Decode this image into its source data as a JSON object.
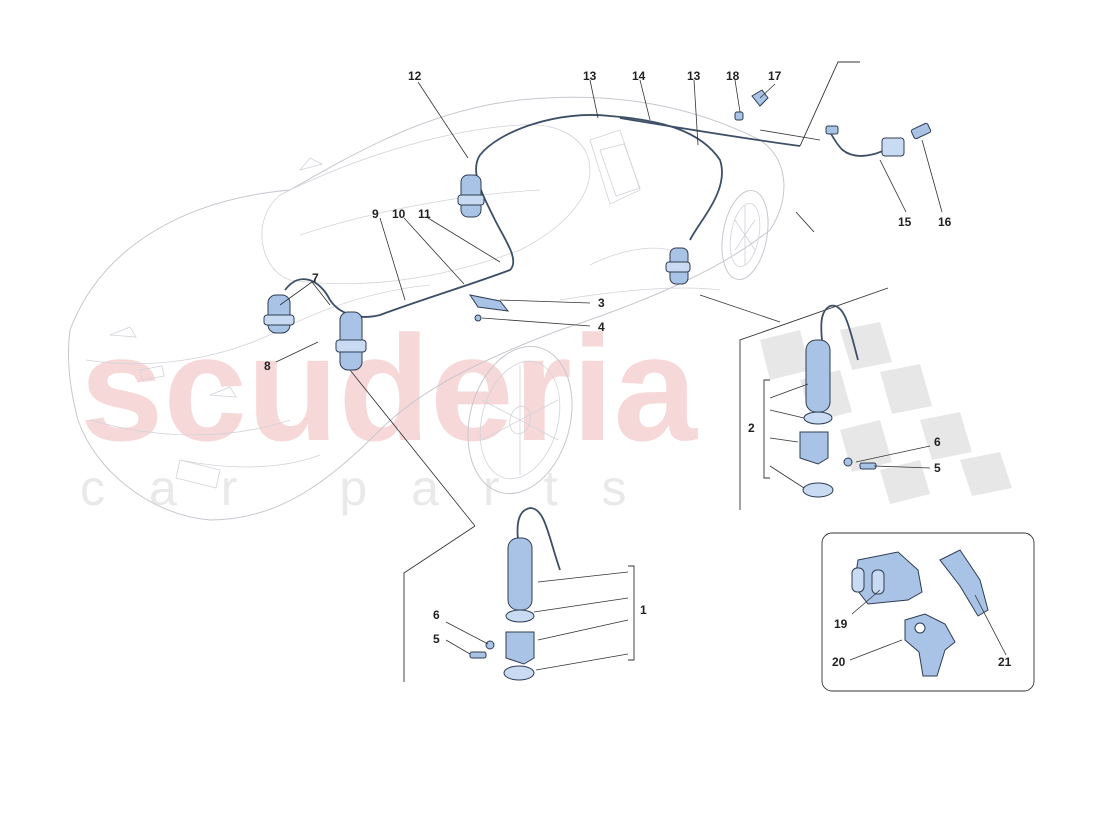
{
  "watermark": {
    "brand": "scuderia",
    "tagline": "car parts",
    "colors": {
      "brand": "#f2b9b9",
      "tagline": "#d8d8d8",
      "parts": "#a9c3e6",
      "lines": "#333333"
    }
  },
  "callouts": [
    {
      "id": "c1",
      "label": "1"
    },
    {
      "id": "c2",
      "label": "2"
    },
    {
      "id": "c3",
      "label": "3"
    },
    {
      "id": "c4",
      "label": "4"
    },
    {
      "id": "c5a",
      "label": "5"
    },
    {
      "id": "c5b",
      "label": "5"
    },
    {
      "id": "c6a",
      "label": "6"
    },
    {
      "id": "c6b",
      "label": "6"
    },
    {
      "id": "c7",
      "label": "7"
    },
    {
      "id": "c8",
      "label": "8"
    },
    {
      "id": "c9",
      "label": "9"
    },
    {
      "id": "c10",
      "label": "10"
    },
    {
      "id": "c11",
      "label": "11"
    },
    {
      "id": "c12",
      "label": "12"
    },
    {
      "id": "c13a",
      "label": "13"
    },
    {
      "id": "c13b",
      "label": "13"
    },
    {
      "id": "c14",
      "label": "14"
    },
    {
      "id": "c15",
      "label": "15"
    },
    {
      "id": "c16",
      "label": "16"
    },
    {
      "id": "c17",
      "label": "17"
    },
    {
      "id": "c18",
      "label": "18"
    },
    {
      "id": "c19",
      "label": "19"
    },
    {
      "id": "c20",
      "label": "20"
    },
    {
      "id": "c21",
      "label": "21"
    }
  ]
}
